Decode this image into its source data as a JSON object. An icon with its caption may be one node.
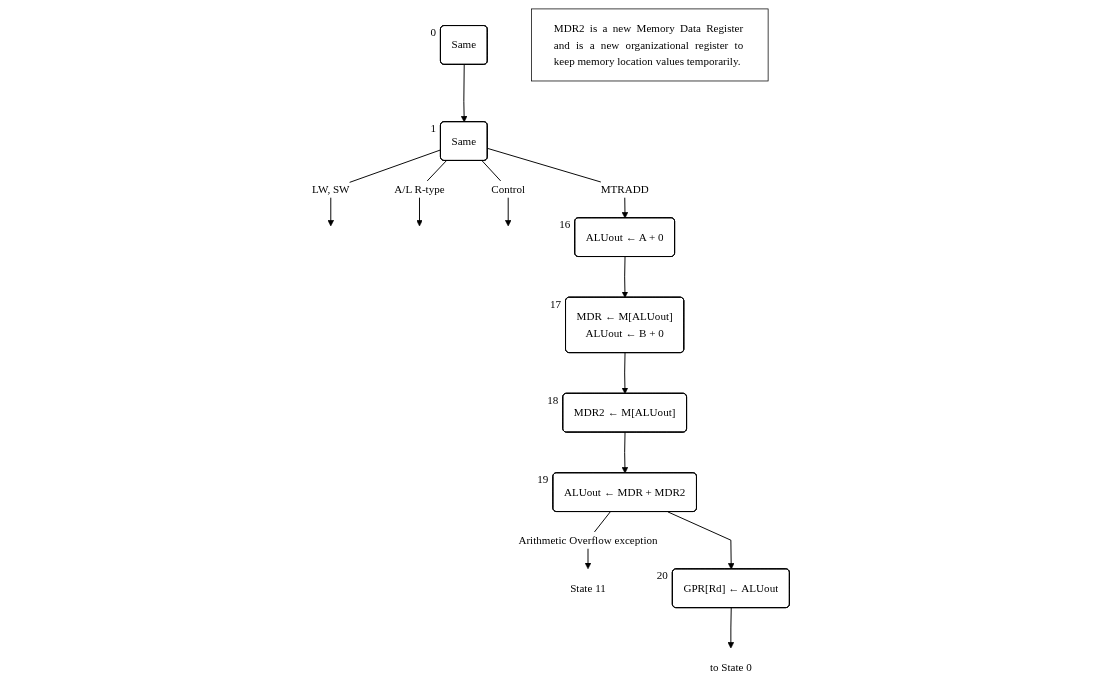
{
  "diagram": {
    "nodes": [
      {
        "text": [
          "Same"
        ],
        "beside": [
          "0"
        ]
      },
      {
        "text": [
          "Same"
        ],
        "beside": [
          "1"
        ]
      },
      {
        "text": [
          "ALUout ← A + 0"
        ],
        "beside": [
          "16"
        ]
      },
      {
        "text": [
          "MDR ← M[ALUout]",
          "ALUout ← B + 0"
        ],
        "beside": [
          "17"
        ]
      },
      {
        "text": [
          "MDR2 is a new Memory Data Register and is a new organizational register to keep memory location values temporarily."
        ]
      },
      {
        "text": [
          "MDR2 ← M[ALUout]"
        ],
        "beside": [
          "18"
        ]
      },
      {
        "text": [
          "ALUout ← MDR + MDR2"
        ],
        "beside": [
          "19"
        ]
      },
      {
        "text": [
          "State 11"
        ]
      },
      {
        "text": [
          "GPR[Rd] ← ALUout"
        ],
        "beside": [
          "20"
        ]
      },
      {
        "text": [
          "to State 0"
        ]
      }
    ],
    "edges": [
      {
        "from": 0,
        "to": 1,
        "arrow": "to"
      },
      {
        "from": 1,
        "to": null,
        "label": "LW, SW",
        "arrow": "to"
      },
      {
        "from": 1,
        "to": 2,
        "label": "MTRADD",
        "arrow": "to"
      },
      {
        "from": 1,
        "to": null,
        "label": "A/L R-type",
        "arrow": "to"
      },
      {
        "from": 1,
        "to": null,
        "label": "Control",
        "arrow": "to"
      },
      {
        "from": 2,
        "to": 3,
        "arrow": "to"
      },
      {
        "from": 3,
        "to": 5,
        "arrow": "to"
      },
      {
        "from": 5,
        "to": 6,
        "arrow": "to"
      },
      {
        "from": 6,
        "to": 7,
        "label": "Arithmetic Overflow exception",
        "arrow": "to"
      },
      {
        "from": 6,
        "to": 8,
        "arrow": "to"
      },
      {
        "from": 8,
        "to": 9,
        "arrow": "to"
      }
    ]
  }
}
